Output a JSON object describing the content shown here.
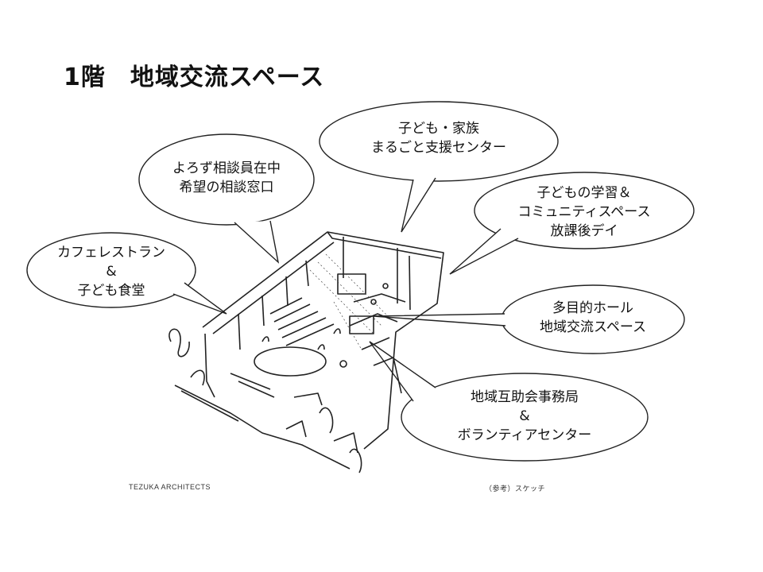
{
  "title": "1階　地域交流スペース",
  "bubbles": {
    "family_support": {
      "lines": [
        "子ども・家族",
        "まるごと支援センター"
      ]
    },
    "consultation": {
      "lines": [
        "よろず相談員在中",
        "希望の相談窓口"
      ]
    },
    "learning": {
      "lines": [
        "子どもの学習＆",
        "コミュニティスペース",
        "放課後デイ"
      ]
    },
    "cafe": {
      "lines": [
        "カフェレストラン",
        "&",
        "子ども食堂"
      ]
    },
    "hall": {
      "lines": [
        "多目的ホール",
        "地域交流スペース"
      ]
    },
    "mutual_aid": {
      "lines": [
        "地域互助会事務局",
        "&",
        "ボランティアセンター"
      ]
    }
  },
  "footer": {
    "credit": "TEZUKA ARCHITECTS",
    "note": "（参考）スケッチ"
  }
}
